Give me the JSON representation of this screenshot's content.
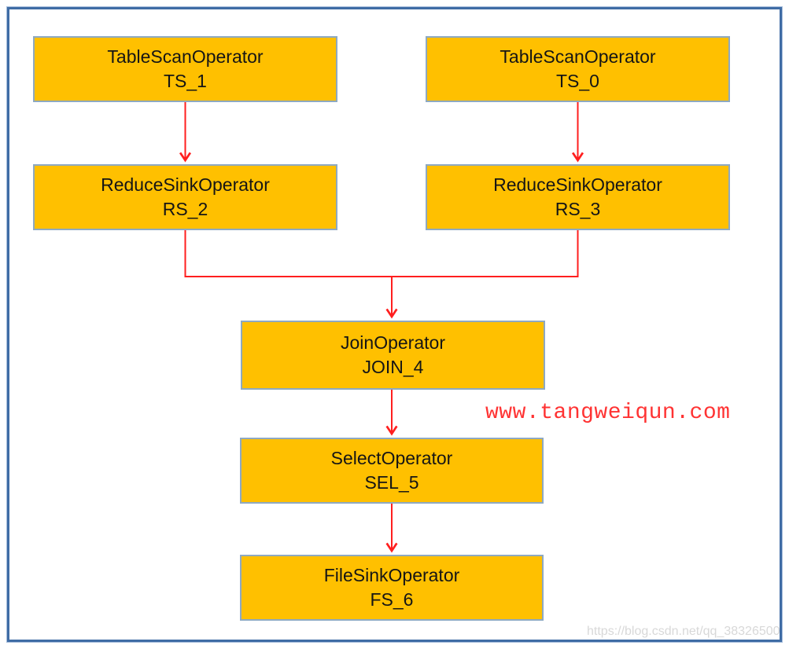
{
  "diagram": {
    "nodes": [
      {
        "type": "TableScanOperator",
        "label": "TS_1"
      },
      {
        "type": "TableScanOperator",
        "label": "TS_0"
      },
      {
        "type": "ReduceSinkOperator",
        "label": "RS_2"
      },
      {
        "type": "ReduceSinkOperator",
        "label": "RS_3"
      },
      {
        "type": "JoinOperator",
        "label": "JOIN_4"
      },
      {
        "type": "SelectOperator",
        "label": "SEL_5"
      },
      {
        "type": "FileSinkOperator",
        "label": "FS_6"
      }
    ],
    "edges": [
      {
        "from": "TS_1",
        "to": "RS_2"
      },
      {
        "from": "TS_0",
        "to": "RS_3"
      },
      {
        "from": "RS_2",
        "to": "JOIN_4"
      },
      {
        "from": "RS_3",
        "to": "JOIN_4"
      },
      {
        "from": "JOIN_4",
        "to": "SEL_5"
      },
      {
        "from": "SEL_5",
        "to": "FS_6"
      }
    ]
  },
  "watermarks": {
    "site": "www.tangweiqun.com",
    "csdn": "https://blog.csdn.net/qq_38326500"
  },
  "colors": {
    "node_fill": "#ffc000",
    "node_border": "#8ea9c1",
    "node_text": "#151515",
    "arrow": "#ff1f1f",
    "frame": "#3f6ca5",
    "frame_light": "#a8bfdc",
    "watermark_red": "#ff3333",
    "watermark_gray": "#d8d8d8"
  }
}
